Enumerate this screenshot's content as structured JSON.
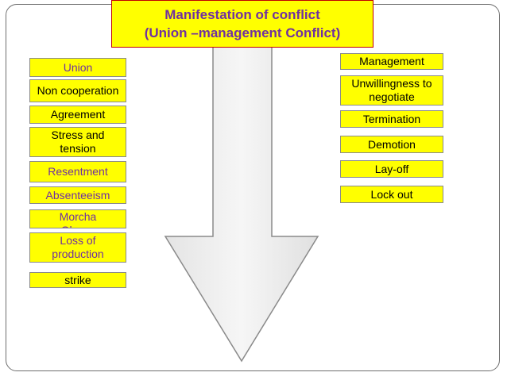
{
  "title": {
    "line1": "Manifestation of conflict",
    "line2": "(Union –management Conflict)"
  },
  "union_items": [
    {
      "label": "Union",
      "color": "#7030a0"
    },
    {
      "label": "Non cooperation",
      "color": "#000000"
    },
    {
      "label": "Agreement",
      "color": "#000000"
    },
    {
      "label": "Stress and tension",
      "color": "#000000"
    },
    {
      "label": "Resentment",
      "color": "#7030a0"
    },
    {
      "label": "Absenteeism",
      "color": "#7030a0"
    },
    {
      "label": "Morcha ,Gherao",
      "color": "#7030a0"
    },
    {
      "label": "Loss of production",
      "color": "#7030a0"
    },
    {
      "label": "strike",
      "color": "#000000"
    }
  ],
  "management_items": [
    {
      "label": "Management"
    },
    {
      "label": "Unwillingness to negotiate"
    },
    {
      "label": "Termination"
    },
    {
      "label": "Demotion"
    },
    {
      "label": "Lay-off"
    },
    {
      "label": "Lock out"
    }
  ],
  "colors": {
    "box_fill": "#ffff00",
    "title_text": "#7030a0",
    "title_border": "#c00000",
    "arrow_fill": "#eeeeee",
    "arrow_stroke": "#8a8a8a"
  }
}
